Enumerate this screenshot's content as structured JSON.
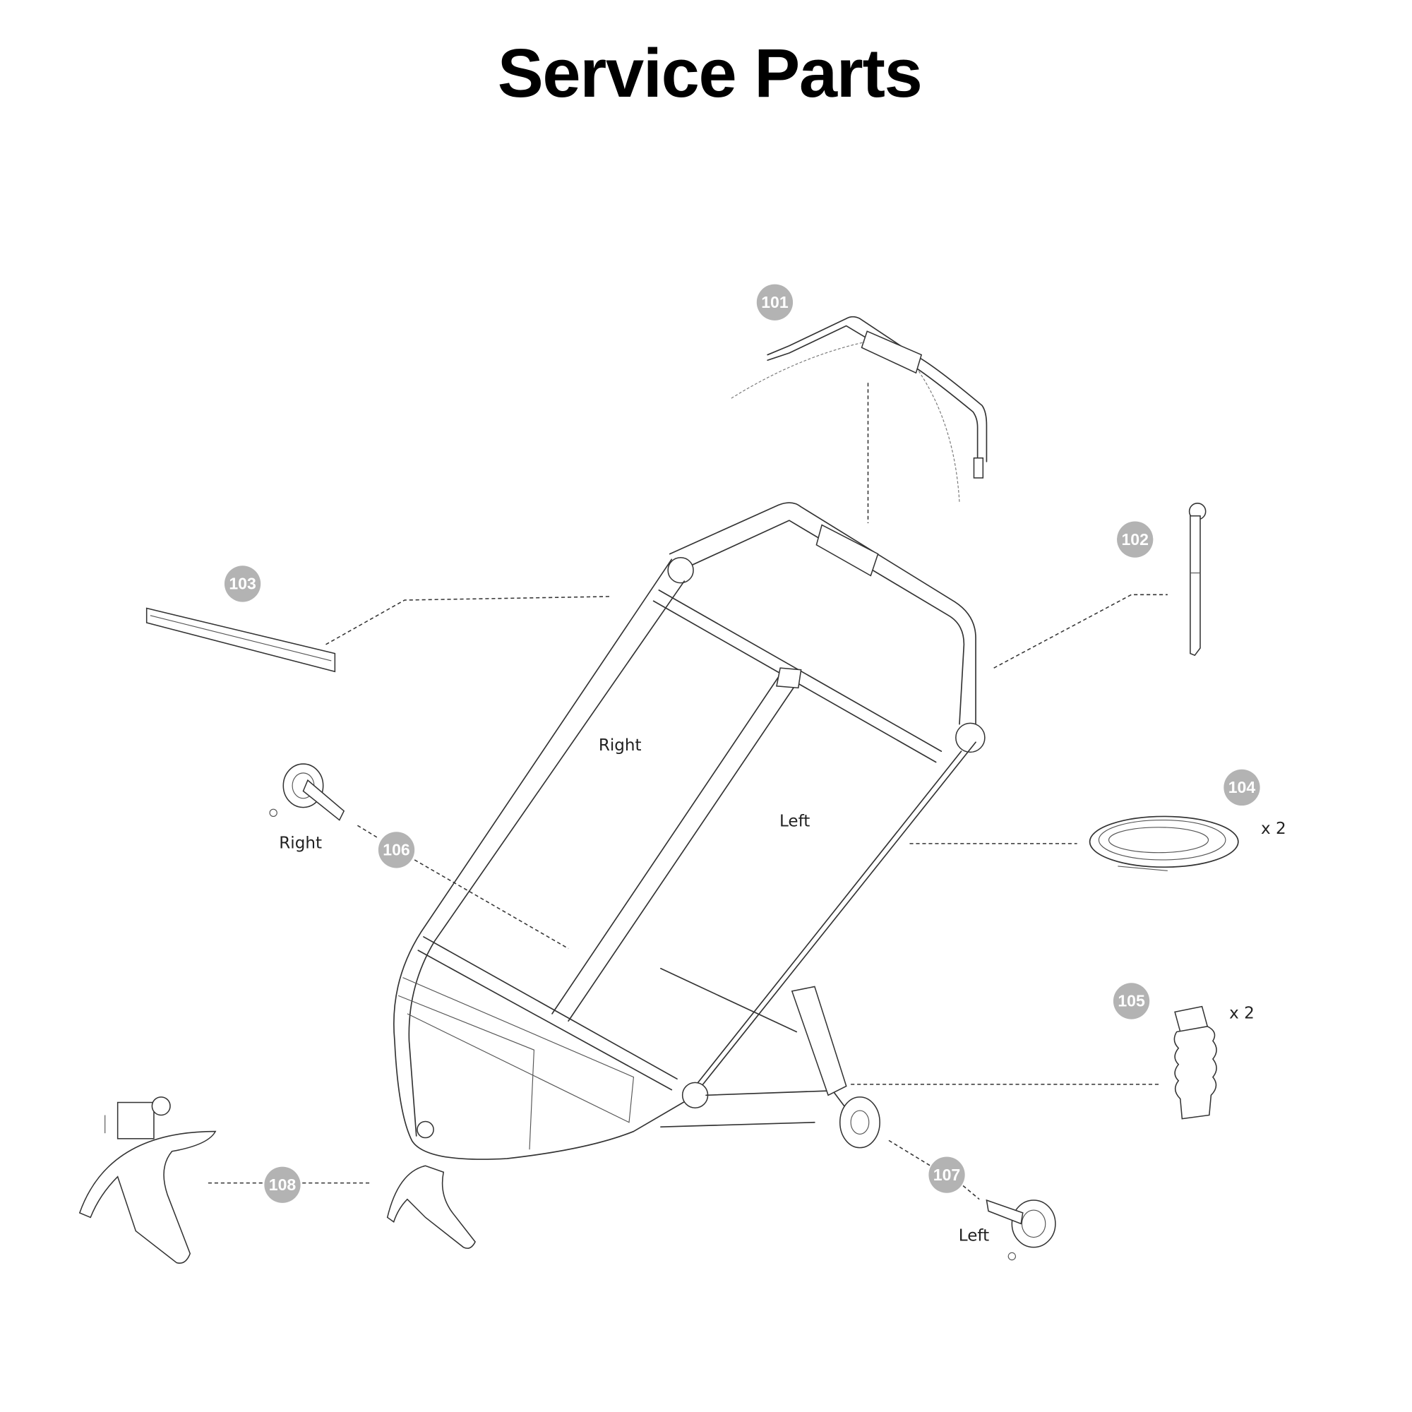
{
  "title": "Service Parts",
  "callouts": [
    {
      "id": "101",
      "label": "101"
    },
    {
      "id": "102",
      "label": "102"
    },
    {
      "id": "103",
      "label": "103"
    },
    {
      "id": "104",
      "label": "104"
    },
    {
      "id": "105",
      "label": "105"
    },
    {
      "id": "106",
      "label": "106"
    },
    {
      "id": "107",
      "label": "107"
    },
    {
      "id": "108",
      "label": "108"
    }
  ],
  "labels": {
    "frame_right": "Right",
    "frame_left": "Left",
    "wheel_right": "Right",
    "wheel_left": "Left",
    "qty_104": "x 2",
    "qty_105": "x 2"
  },
  "colors": {
    "badge": "#b3b3b3",
    "line": "#333333"
  }
}
